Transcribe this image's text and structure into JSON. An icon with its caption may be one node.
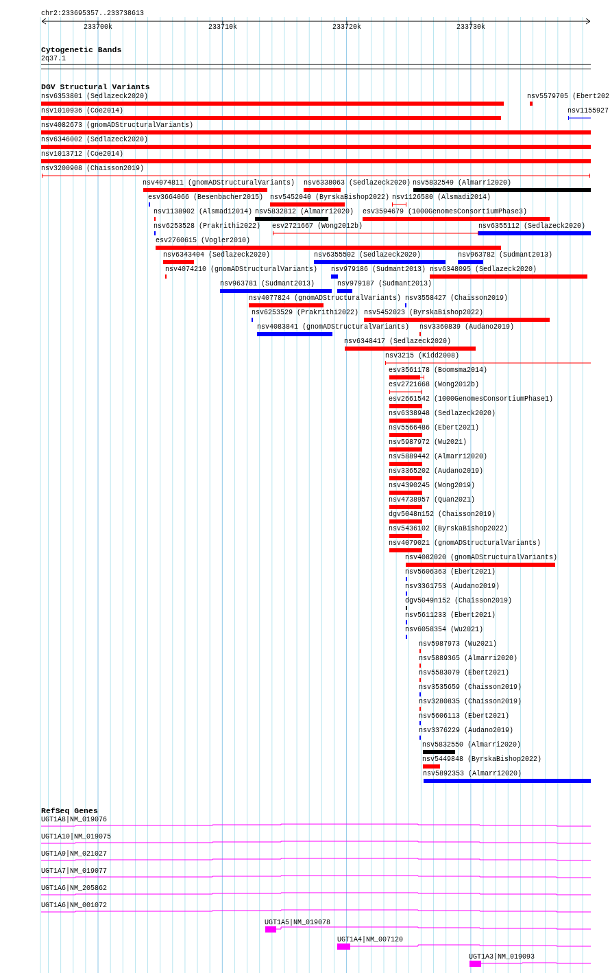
{
  "diagram": {
    "labels": [
      "chr2:233695357..233738613",
      "233700k",
      "233710k",
      "233720k",
      "233730k",
      "Cytogenetic Bands",
      "2q37.1",
      "DGV Structural Variants",
      "nsv6353801 (Sedlazeck2020)",
      "nsv5579705 (Ebert202",
      "nsv1010936 (Coe2014)",
      "nsv1155927",
      "nsv4082673 (gnomADStructuralVariants)",
      "nsv6346002 (Sedlazeck2020)",
      "nsv1013712 (Coe2014)",
      "nsv3200908 (Chaisson2019)",
      "nsv4074811 (gnomADStructuralVariants)",
      "nsv6338063 (Sedlazeck2020)",
      "nsv5832549 (Almarri2020)",
      "esv3664066 (Besenbacher2015)",
      "nsv5452040 (ByrskaBishop2022)",
      "nsv1126580 (Alsmadi2014)",
      "nsv1138902 (Alsmadi2014)",
      "nsv5832812 (Almarri2020)",
      "esv3594679 (1000GenomesConsortiumPhase3)",
      "nsv6253528 (Prakrithi2022)",
      "esv2721667 (Wong2012b)",
      "nsv6355112 (Sedlazeck2020)",
      "esv2760615 (Vogler2010)",
      "nsv6343404 (Sedlazeck2020)",
      "nsv6355502 (Sedlazeck2020)",
      "nsv963782 (Sudmant2013)",
      "nsv4074210 (gnomADStructuralVariants)",
      "nsv979186 (Sudmant2013)",
      "nsv6348095 (Sedlazeck2020)",
      "nsv963781 (Sudmant2013)",
      "nsv979187 (Sudmant2013)",
      "nsv4077824 (gnomADStructuralVariants)",
      "nsv3558427 (Chaisson2019)",
      "nsv6253529 (Prakrithi2022)",
      "nsv5452023 (ByrskaBishop2022)",
      "nsv4083841 (gnomADStructuralVariants)",
      "nsv3360839 (Audano2019)",
      "nsv6348417 (Sedlazeck2020)",
      "nsv3215 (Kidd2008)",
      "esv3561178 (Boomsma2014)",
      "esv2721668 (Wong2012b)",
      "esv2661542 (1000GenomesConsortiumPhase1)",
      "nsv6338948 (Sedlazeck2020)",
      "nsv5566486 (Ebert2021)",
      "nsv5987972 (Wu2021)",
      "nsv5889442 (Almarri2020)",
      "nsv3365202 (Audano2019)",
      "nsv4390245 (Wong2019)",
      "nsv4738957 (Quan2021)",
      "dgv5048n152 (Chaisson2019)",
      "nsv5436102 (ByrskaBishop2022)",
      "nsv4079021 (gnomADStructuralVariants)",
      "nsv4082020 (gnomADStructuralVariants)",
      "nsv5606363 (Ebert2021)",
      "nsv3361753 (Audano2019)",
      "dgv5049n152 (Chaisson2019)",
      "nsv5611233 (Ebert2021)",
      "nsv6058354 (Wu2021)",
      "nsv5987973 (Wu2021)",
      "nsv5889365 (Almarri2020)",
      "nsv5583079 (Ebert2021)",
      "nsv3535659 (Chaisson2019)",
      "nsv3280835 (Chaisson2019)",
      "nsv5606113 (Ebert2021)",
      "nsv3376229 (Audano2019)",
      "nsv5832550 (Almarri2020)",
      "nsv5449848 (ByrskaBishop2022)",
      "nsv5892353 (Almarri2020)",
      "RefSeq Genes",
      "UGT1A8|NM_019076",
      "UGT1A10|NM_019075",
      "UGT1A9|NM_021027",
      "UGT1A7|NM_019077",
      "UGT1A6|NM_205862",
      "UGT1A6|NM_001072",
      "UGT1A5|NM_019078",
      "UGT1A4|NM_007120",
      "UGT1A3|NM_019093"
    ]
  }
}
